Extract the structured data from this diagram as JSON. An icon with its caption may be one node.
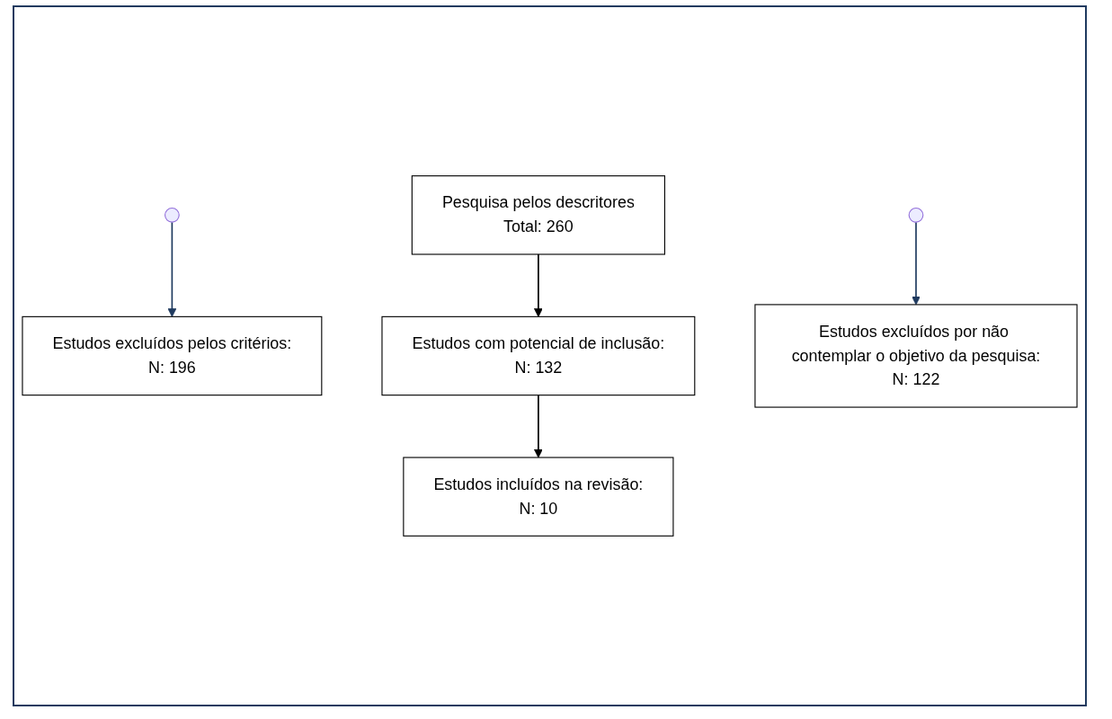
{
  "diagram": {
    "nodes": [
      {
        "text": [
          "Pesquisa pelos descritores",
          "Total: 260"
        ]
      },
      {
        "text": [
          "Estudos excluídos pelos critérios:",
          "N: 196"
        ]
      },
      {
        "text": [
          "Estudos com potencial de inclusão:",
          "N: 132"
        ]
      },
      {
        "text": [
          "Estudos excluídos por não contemplar o objetivo da pesquisa:",
          "N: 122"
        ]
      },
      {
        "text": [
          "Estudos incluídos na revisão:",
          "N: 10"
        ]
      }
    ],
    "edges": [
      {
        "from": 0,
        "to": 2,
        "arrow": "to"
      },
      {
        "from": null,
        "to": 1,
        "arrow": "to",
        "color": "#1f3a5f"
      },
      {
        "from": 2,
        "to": 4,
        "arrow": "to"
      },
      {
        "from": null,
        "to": 3,
        "arrow": "to",
        "color": "#1f3a5f"
      }
    ]
  }
}
